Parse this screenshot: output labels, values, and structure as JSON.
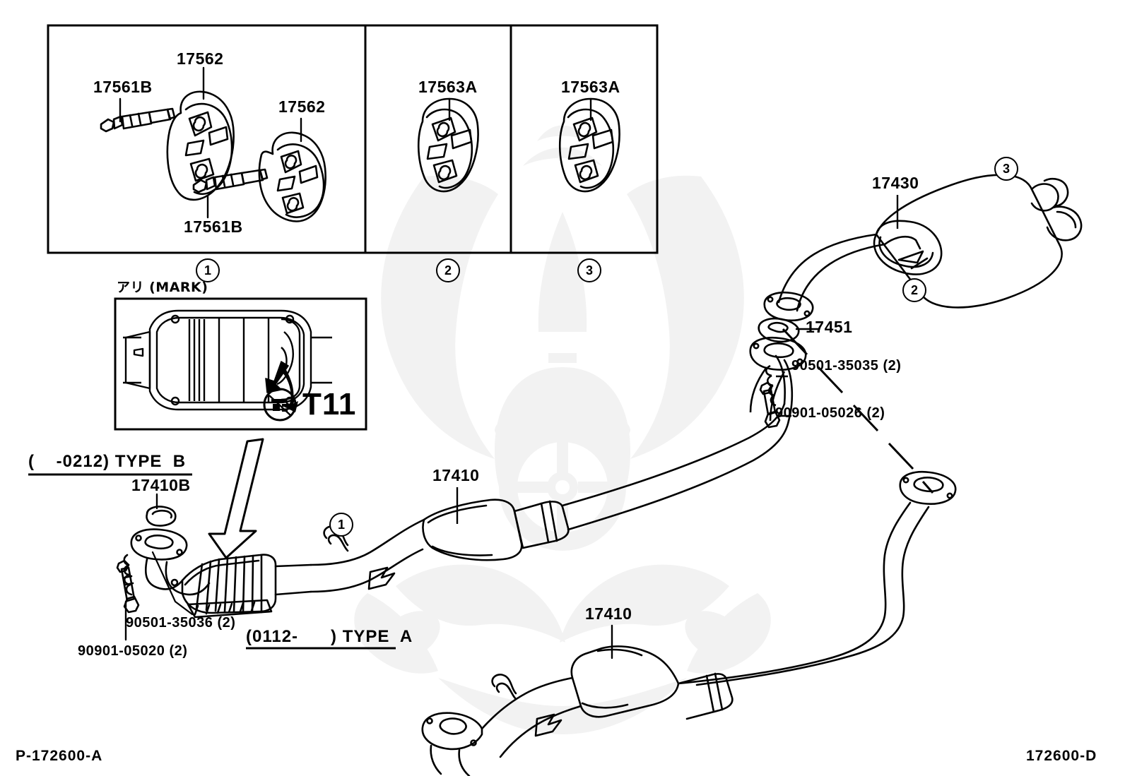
{
  "diagram": {
    "title": "Toyota Exhaust Pipe / Muffler Parts Diagram",
    "footer_left": "P-172600-A",
    "footer_right": "172600-D"
  },
  "panels": [
    {
      "id": "panel-1",
      "number": "1",
      "labels": [
        "17561B",
        "17562",
        "17562",
        "17561B"
      ]
    },
    {
      "id": "panel-2",
      "number": "2",
      "labels": [
        "17563A"
      ]
    },
    {
      "id": "panel-3",
      "number": "3",
      "labels": [
        "17563A"
      ]
    }
  ],
  "panel_labels": {
    "p1_17561B_top": "17561B",
    "p1_17562_top": "17562",
    "p1_17562_right": "17562",
    "p1_17561B_bottom": "17561B",
    "p2_17563A": "17563A",
    "p3_17563A": "17563A"
  },
  "panel_numbers": {
    "one": "1",
    "two": "2",
    "three": "3"
  },
  "mark_box": {
    "caption": "アリ (MARK)",
    "stamp_code": "T11",
    "stamp_icon": "catalyst-stamp-icon"
  },
  "type_b": {
    "header": "(    -0212) TYPE  B",
    "gasket": "17410B",
    "bolt": "90501-35036 (2)",
    "nut": "90901-05020 (2)"
  },
  "type_a": {
    "header": "(0112-      ) TYPE  A",
    "converter": "17410"
  },
  "main": {
    "front_pipe_converter": "17410",
    "muffler": "17430",
    "tailpipe_gasket": "17451",
    "center_bolt": "90501-35035 (2)",
    "center_nut": "90901-05026 (2)",
    "callout_one": "1",
    "callout_two": "2",
    "callout_three": "3"
  },
  "colors": {
    "line": "#000000",
    "background": "#ffffff",
    "watermark": "#f2f2f2"
  }
}
